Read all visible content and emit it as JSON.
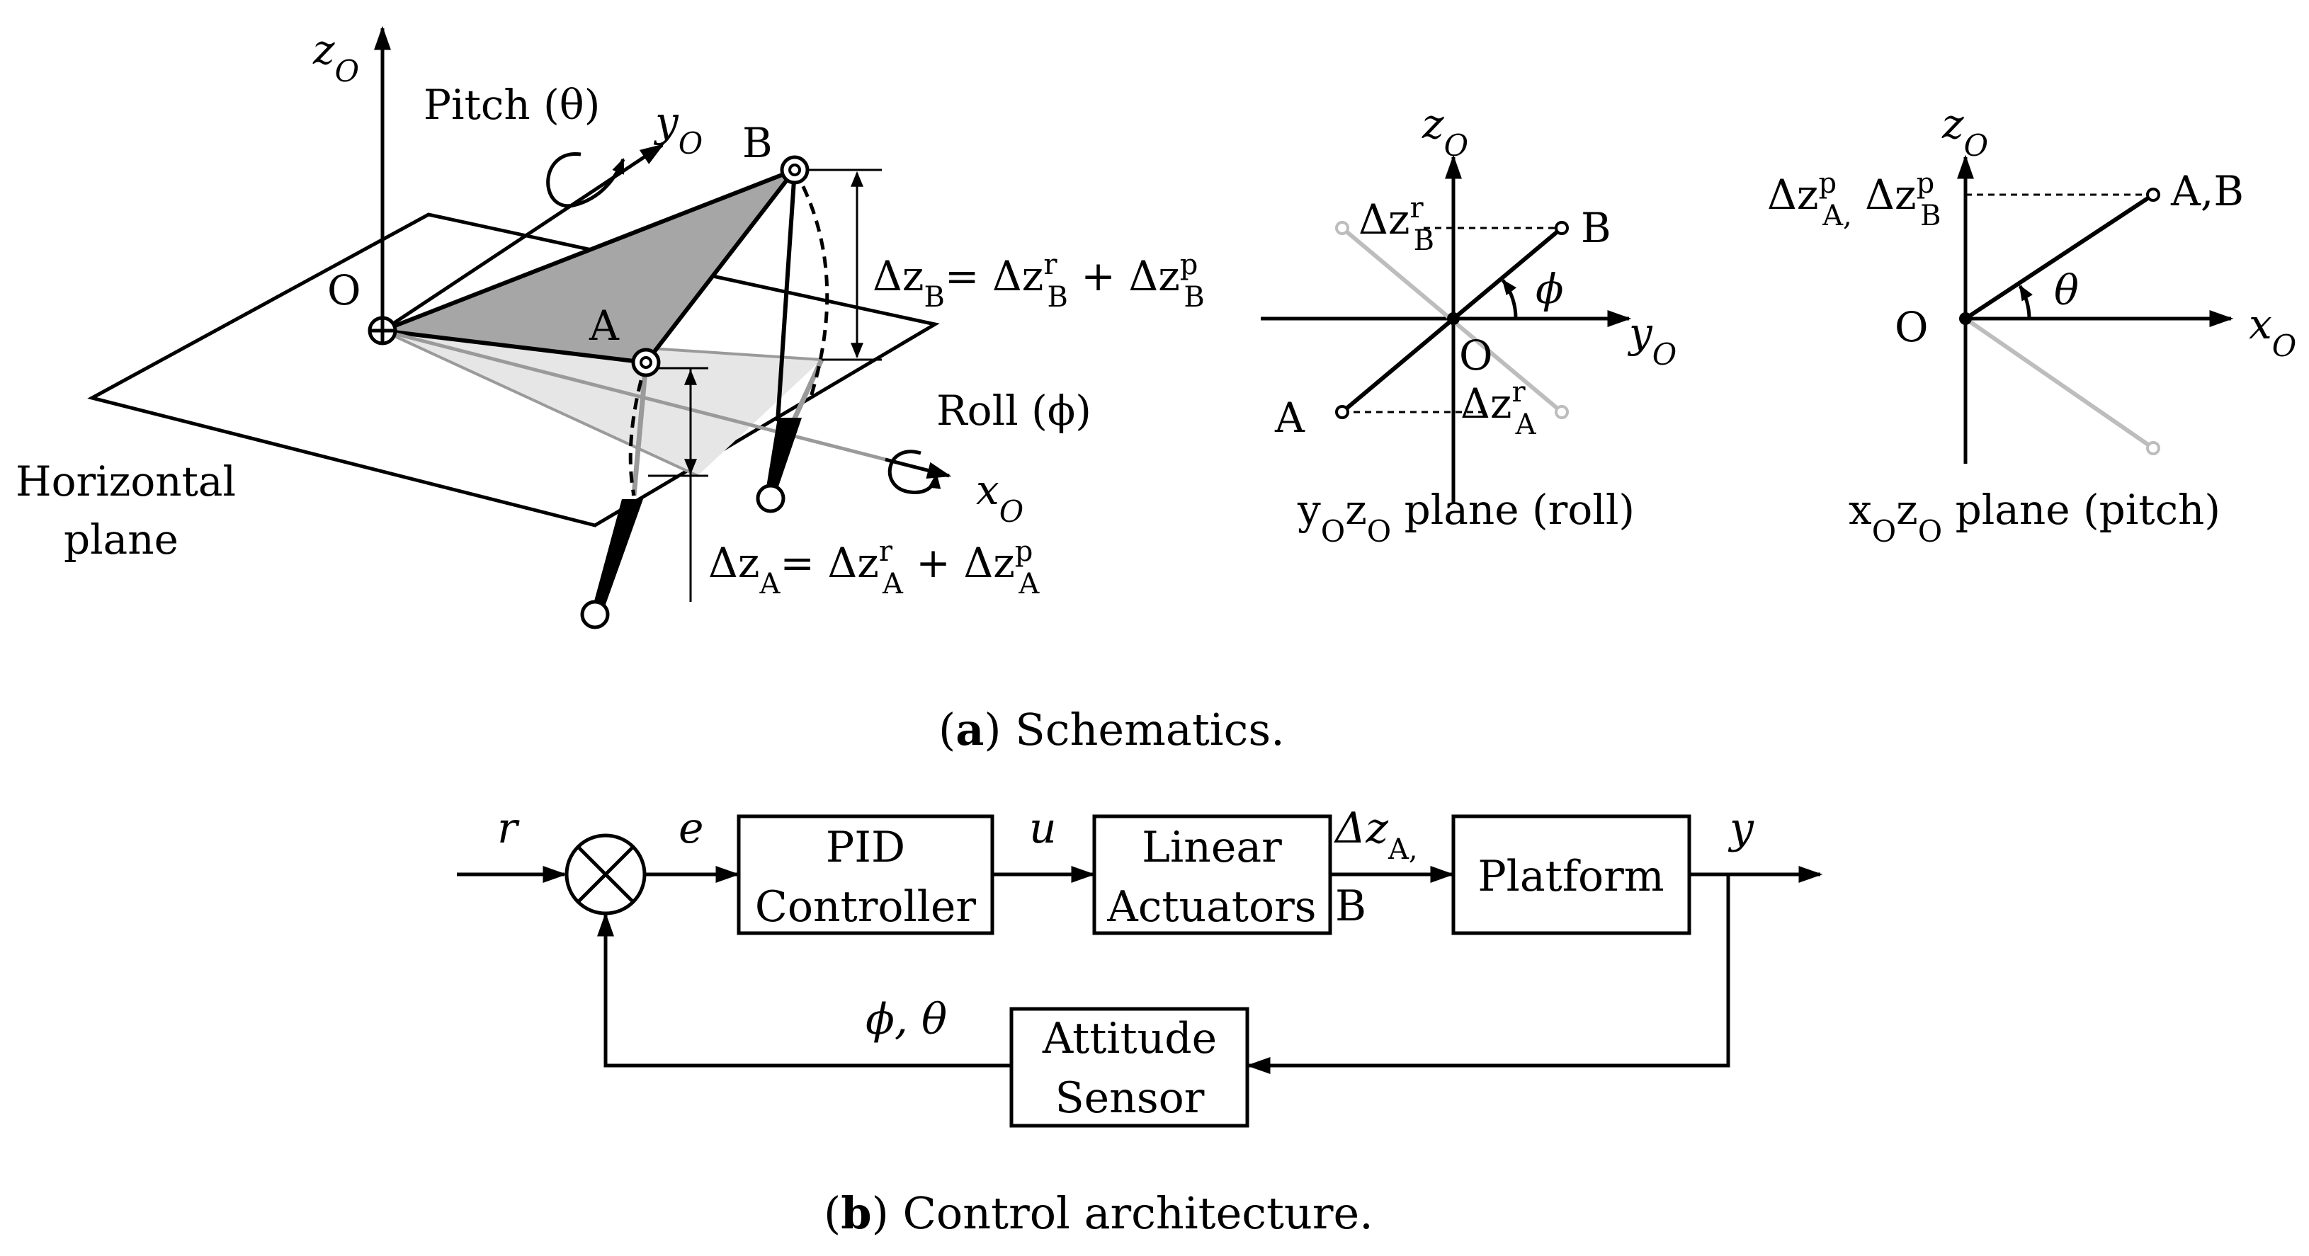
{
  "part_a": {
    "caption_letter": "a",
    "caption_text": ") Schematics.",
    "perspective": {
      "axis_z": "z",
      "axis_y": "y",
      "axis_x": "x",
      "axis_sub": "O",
      "origin": "O",
      "pitch_label": "Pitch (θ)",
      "roll_label": "Roll (ϕ)",
      "point_a": "A",
      "point_b": "B",
      "plane_label_1": "Horizontal",
      "plane_label_2": "plane",
      "dz_b": {
        "lhs": "Δz",
        "lhs_sub": "B",
        "eq": "= Δz",
        "sup1": "r",
        "sub1": "B",
        "plus": " + Δz",
        "sup2": "p",
        "sub2": "B"
      },
      "dz_a": {
        "lhs": "Δz",
        "lhs_sub": "A",
        "eq": "= Δz",
        "sup1": "r",
        "sub1": "A",
        "plus": " + Δz",
        "sup2": "p",
        "sub2": "A"
      }
    },
    "roll_view": {
      "axis_z": "z",
      "axis_y": "y",
      "axis_sub": "O",
      "origin": "O",
      "point_b": "B",
      "point_a": "A",
      "angle": "ϕ",
      "dzb": {
        "t": "Δz",
        "sup": "r",
        "sub": "B"
      },
      "dza": {
        "t": "Δz",
        "sup": "r",
        "sub": "A"
      },
      "caption": {
        "p1": "y",
        "s1": "O",
        "p2": "z",
        "s2": "O",
        "rest": " plane (roll)"
      }
    },
    "pitch_view": {
      "axis_z": "z",
      "axis_x": "x",
      "axis_sub": "O",
      "origin": "O",
      "point_ab": "A,B",
      "angle": "θ",
      "dz": {
        "t1": "Δz",
        "sup1": "p",
        "sub1": "A,",
        "t2": " Δz",
        "sup2": "p",
        "sub2": "B"
      },
      "caption": {
        "p1": "x",
        "s1": "O",
        "p2": "z",
        "s2": "O",
        "rest": " plane (pitch)"
      }
    }
  },
  "part_b": {
    "caption_letter": "b",
    "caption_text": ") Control architecture.",
    "signal_r": "r",
    "signal_e": "e",
    "signal_u": "u",
    "signal_y": "y",
    "signal_dz": {
      "t": "Δz",
      "sub": "A,",
      "sub2": "B"
    },
    "feedback": "ϕ, θ",
    "blocks": {
      "pid": [
        "PID",
        "Controller"
      ],
      "act": [
        "Linear",
        "Actuators"
      ],
      "plat": [
        "Platform"
      ],
      "sens": [
        "Attitude",
        "Sensor"
      ]
    }
  },
  "colors": {
    "ink": "#000000",
    "gray": "#bdbdbd",
    "dark_gray": "#9a9a9a",
    "shade": "#a6a6a6",
    "light_shade": "#e6e6e6"
  }
}
